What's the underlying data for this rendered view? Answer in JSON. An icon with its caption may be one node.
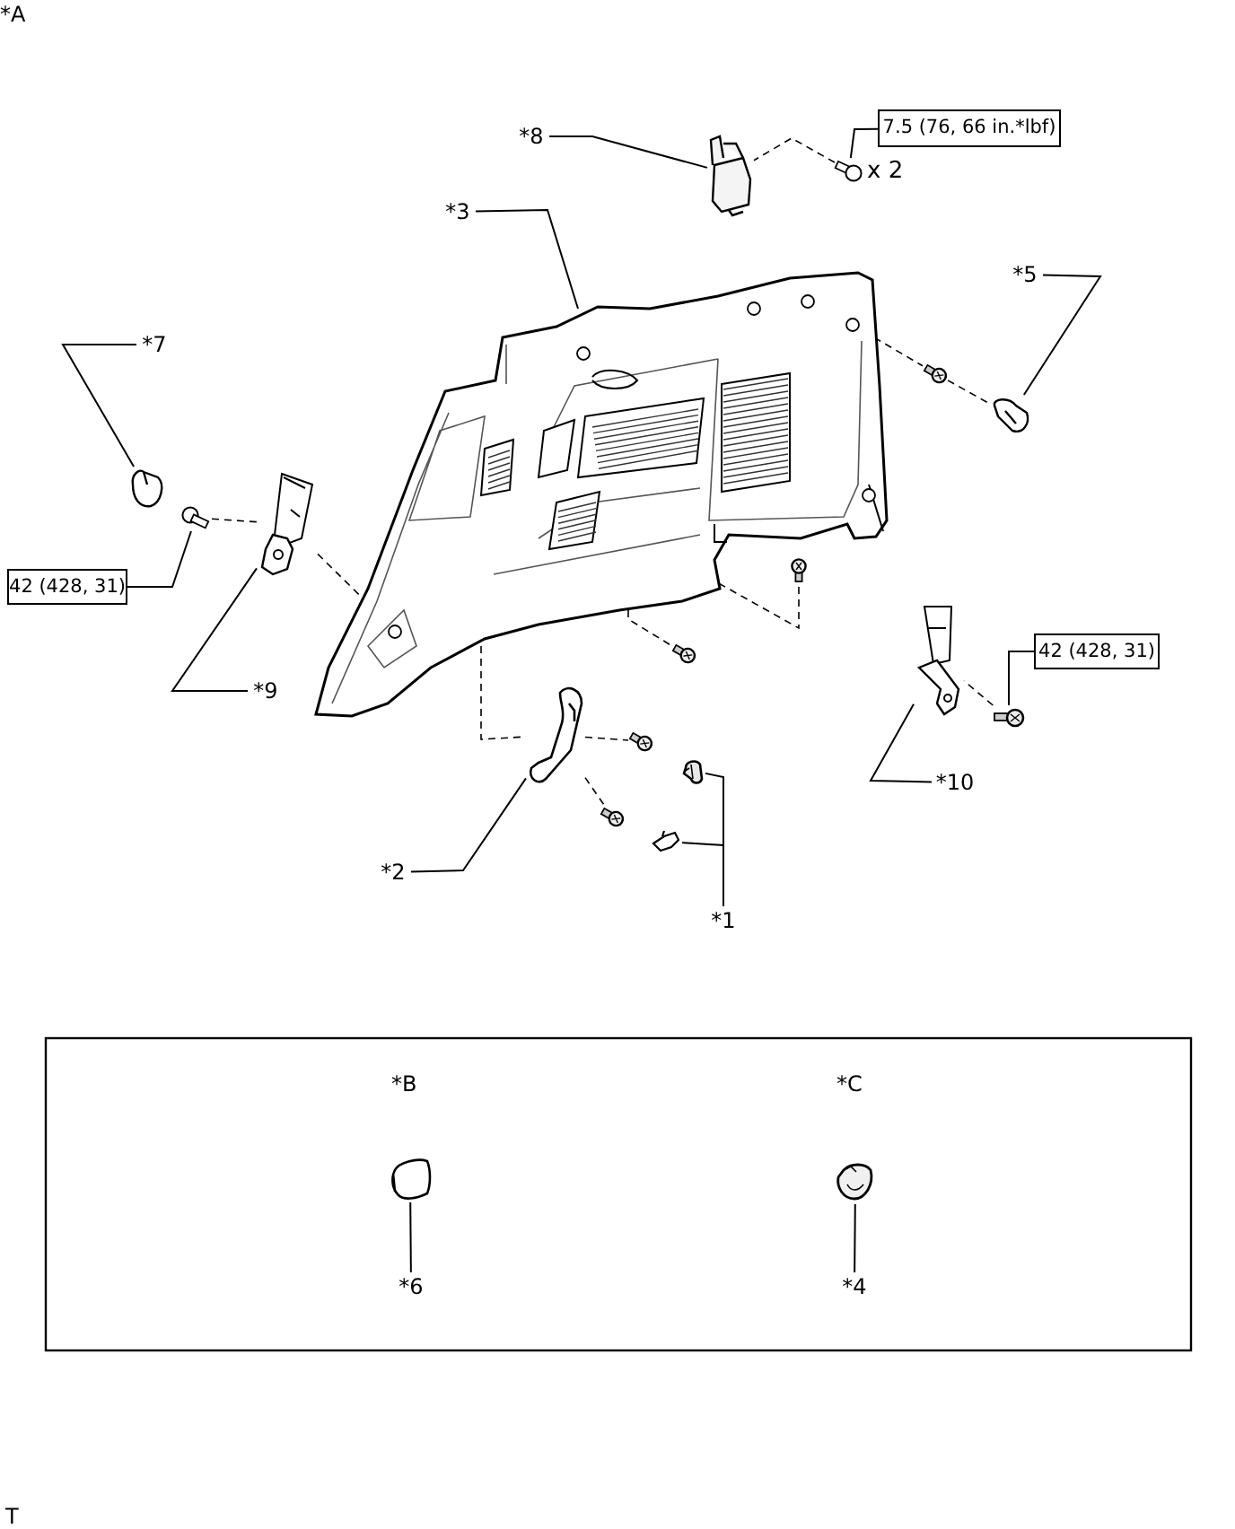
{
  "diagram": {
    "nodes": [
      {
        "text": [
          "*8"
        ]
      },
      {
        "text": [],
        "shape": "picture"
      },
      {
        "text": [
          "7.5 (76, 66 in.*lbf)"
        ]
      },
      {
        "text": [],
        "shape": "picture",
        "beside": [
          "x 2"
        ]
      },
      {
        "text": [
          "*3"
        ]
      },
      {
        "text": [],
        "shape": "picture"
      },
      {
        "text": [
          "*5"
        ]
      },
      {
        "text": [],
        "shape": "picture"
      },
      {
        "text": [
          "*7"
        ]
      },
      {
        "text": [],
        "shape": "picture"
      },
      {
        "text": [
          "42 (428, 31)"
        ]
      },
      {
        "text": [],
        "shape": "picture"
      },
      {
        "text": [
          "*9"
        ]
      },
      {
        "text": [],
        "shape": "picture"
      },
      {
        "text": [
          "42 (428, 31)"
        ]
      },
      {
        "text": [],
        "shape": "picture"
      },
      {
        "text": [
          "*10"
        ]
      },
      {
        "text": [],
        "shape": "picture"
      },
      {
        "text": [
          "*2"
        ]
      },
      {
        "text": [],
        "shape": "picture"
      },
      {
        "text": [
          "*1"
        ]
      },
      {
        "text": [],
        "shape": "picture"
      },
      {
        "text": [],
        "shape": "picture"
      },
      {
        "text": [
          "*6"
        ]
      },
      {
        "text": [],
        "shape": "picture"
      },
      {
        "text": [
          "*4"
        ]
      },
      {
        "text": [],
        "shape": "picture"
      },
      {
        "text": [],
        "shape": "picture"
      },
      {
        "text": [],
        "shape": "picture"
      },
      {
        "text": [],
        "shape": "picture"
      },
      {
        "text": [],
        "shape": "picture"
      },
      {
        "text": [],
        "shape": "picture"
      }
    ],
    "edges": [
      {
        "from": 0,
        "to": 1,
        "arrow": "none"
      },
      {
        "from": 2,
        "to": 3,
        "arrow": "none"
      },
      {
        "from": 4,
        "to": 5,
        "arrow": "none"
      },
      {
        "from": 6,
        "to": 7,
        "arrow": "none"
      },
      {
        "from": 8,
        "to": 9,
        "arrow": "none"
      },
      {
        "from": 10,
        "to": 11,
        "arrow": "none"
      },
      {
        "from": 12,
        "to": 13,
        "arrow": "none"
      },
      {
        "from": 14,
        "to": 15,
        "arrow": "none"
      },
      {
        "from": 16,
        "to": 17,
        "arrow": "none"
      },
      {
        "from": 18,
        "to": 19,
        "arrow": "none"
      },
      {
        "from": 20,
        "to": 21,
        "arrow": "none"
      },
      {
        "from": 20,
        "to": 22,
        "arrow": "none"
      },
      {
        "from": 23,
        "to": 24,
        "arrow": "none"
      },
      {
        "from": 25,
        "to": 26,
        "arrow": "none"
      },
      {
        "from": 3,
        "to": 1,
        "arrow": "none",
        "style": "dashed"
      },
      {
        "from": 11,
        "to": 13,
        "arrow": "none",
        "style": "dashed"
      },
      {
        "from": 13,
        "to": 5,
        "arrow": "none",
        "style": "dashed"
      },
      {
        "from": 15,
        "to": 17,
        "arrow": "none",
        "style": "dashed"
      },
      {
        "from": 5,
        "to": 27,
        "arrow": "none",
        "style": "dashed"
      },
      {
        "from": 27,
        "to": 7,
        "arrow": "none",
        "style": "dashed"
      },
      {
        "from": 5,
        "to": 28,
        "arrow": "none",
        "style": "dashed"
      },
      {
        "from": 5,
        "to": 29,
        "arrow": "none",
        "style": "dashed"
      },
      {
        "from": 5,
        "to": 19,
        "arrow": "none",
        "style": "dashed"
      },
      {
        "from": 19,
        "to": 30,
        "arrow": "none",
        "style": "dashed"
      },
      {
        "from": 19,
        "to": 31,
        "arrow": "none",
        "style": "dashed"
      }
    ],
    "labels": [
      "*A",
      "*B",
      "*C",
      "T"
    ]
  }
}
